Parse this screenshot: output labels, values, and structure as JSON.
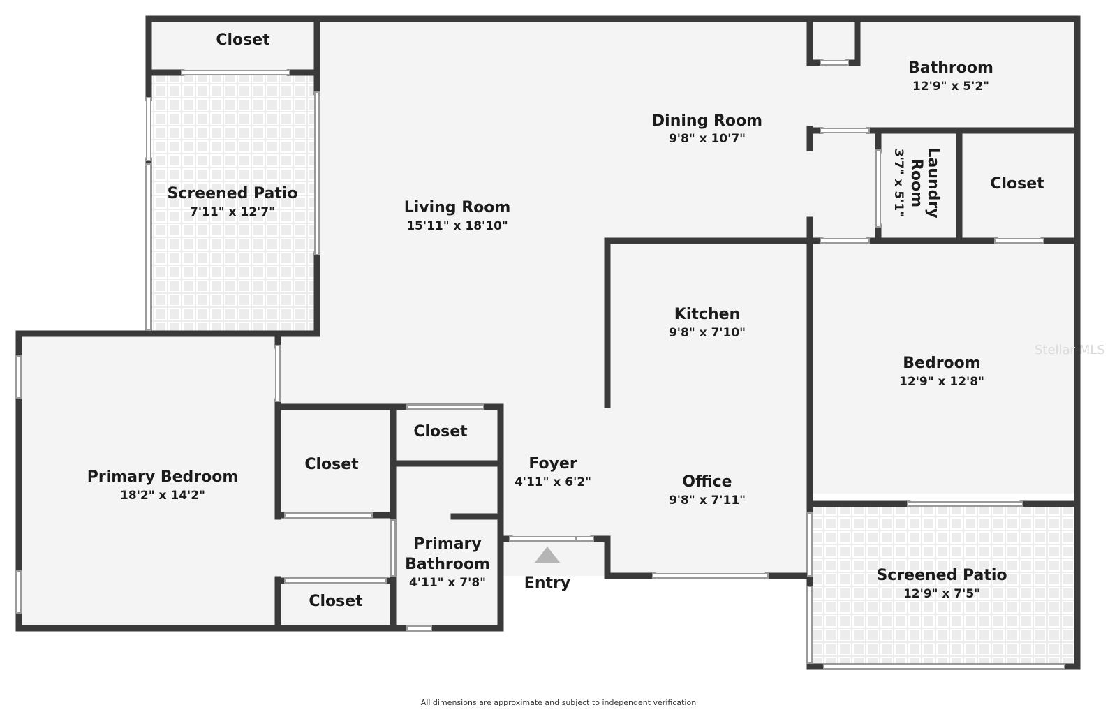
{
  "rooms": {
    "closet_top_left": {
      "name": "Closet"
    },
    "screened_patio_left": {
      "name": "Screened Patio",
      "dims": "7'11\" x 12'7\""
    },
    "living_room": {
      "name": "Living Room",
      "dims": "15'11\" x 18'10\""
    },
    "dining_room": {
      "name": "Dining Room",
      "dims": "9'8\" x 10'7\""
    },
    "bathroom": {
      "name": "Bathroom",
      "dims": "12'9\" x 5'2\""
    },
    "laundry_room": {
      "name_line1": "Laundry",
      "name_line2": "Room",
      "dims": "3'7\" x 5'1\""
    },
    "closet_right": {
      "name": "Closet"
    },
    "kitchen": {
      "name": "Kitchen",
      "dims": "9'8\" x 7'10\""
    },
    "bedroom": {
      "name": "Bedroom",
      "dims": "12'9\" x 12'8\""
    },
    "primary_bedroom": {
      "name": "Primary Bedroom",
      "dims": "18'2\" x 14'2\""
    },
    "closet_mid_left": {
      "name": "Closet"
    },
    "closet_mid_right": {
      "name": "Closet"
    },
    "closet_bottom": {
      "name": "Closet"
    },
    "foyer": {
      "name": "Foyer",
      "dims": "4'11\" x 6'2\""
    },
    "office": {
      "name": "Office",
      "dims": "9'8\" x 7'11\""
    },
    "primary_bathroom": {
      "name_line1": "Primary",
      "name_line2": "Bathroom",
      "dims": "4'11\" x 7'8\""
    },
    "screened_patio_right": {
      "name": "Screened Patio",
      "dims": "12'9\" x 7'5\""
    }
  },
  "entry": {
    "label": "Entry"
  },
  "disclaimer": "All dimensions are approximate and subject to independent verification",
  "watermark": "Stellar MLS",
  "colors": {
    "wall": "#3a3a3a",
    "floor": "#f4f4f4",
    "patio": "#ececec",
    "entry_marker": "#b5b5b5"
  }
}
